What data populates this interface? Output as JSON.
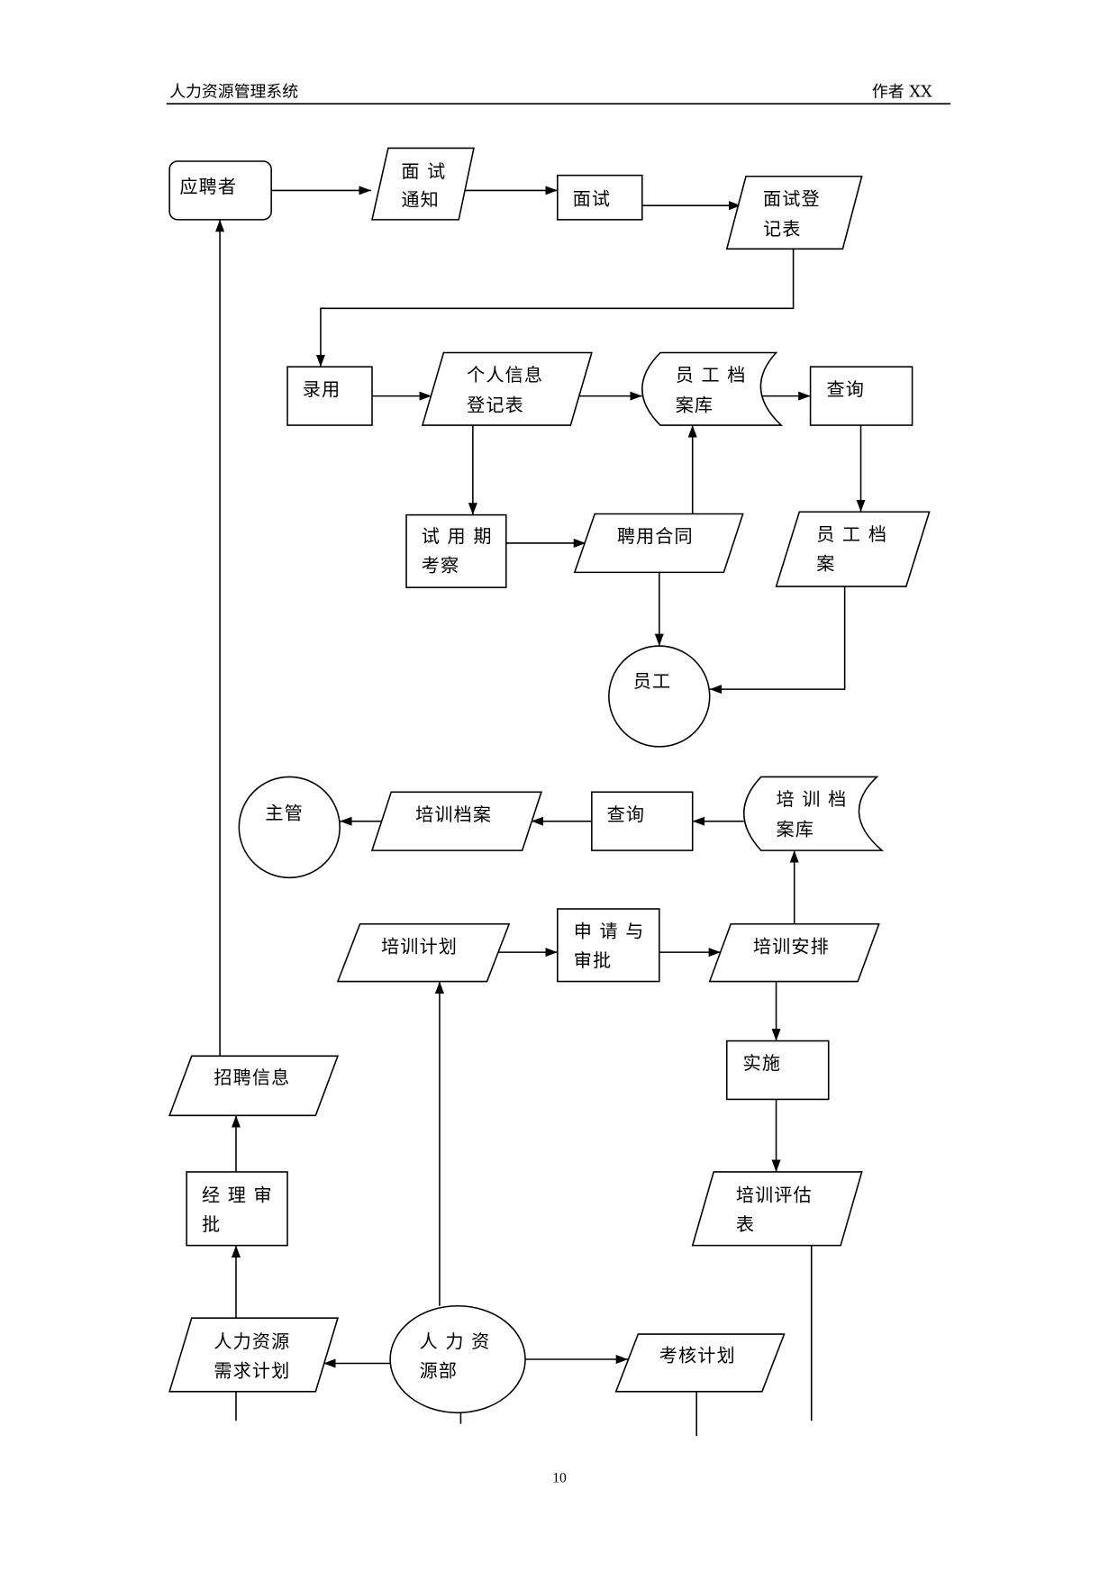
{
  "header": {
    "title": "人力资源管理系统",
    "author": "作者 XX"
  },
  "page_number": "10",
  "flowchart": {
    "applicant": [
      "应聘者"
    ],
    "interview_notice": [
      "面 试",
      "通知"
    ],
    "interview": [
      "面试"
    ],
    "interview_form": [
      "面试登",
      "记表"
    ],
    "hire": [
      "录用"
    ],
    "personal_info_form": [
      "个人信息",
      "登记表"
    ],
    "employee_archive_db": [
      "员 工 档",
      "案库"
    ],
    "employee_query": [
      "查询"
    ],
    "employee_archive": [
      "员 工 档",
      "案"
    ],
    "employee": [
      "员工"
    ],
    "probation": [
      "试 用 期",
      "考察"
    ],
    "employment_contract": [
      "聘用合同"
    ],
    "training_archive_db": [
      "培 训 档",
      "案库"
    ],
    "training_query": [
      "查询"
    ],
    "training_archive": [
      "培训档案"
    ],
    "supervisor": [
      "主管"
    ],
    "training_plan": [
      "培训计划"
    ],
    "apply_approve": [
      "申 请 与",
      "审批"
    ],
    "training_arrangement": [
      "培训安排"
    ],
    "implementation": [
      "实施"
    ],
    "training_evaluation": [
      "培训评估",
      "表"
    ],
    "recruitment_info": [
      "招聘信息"
    ],
    "manager_approval": [
      "经 理 审",
      "批"
    ],
    "hr_demand_plan": [
      "人力资源",
      "需求计划"
    ],
    "hr_department": [
      "人 力 资",
      "源部"
    ],
    "assessment_plan": [
      "考核计划"
    ]
  }
}
